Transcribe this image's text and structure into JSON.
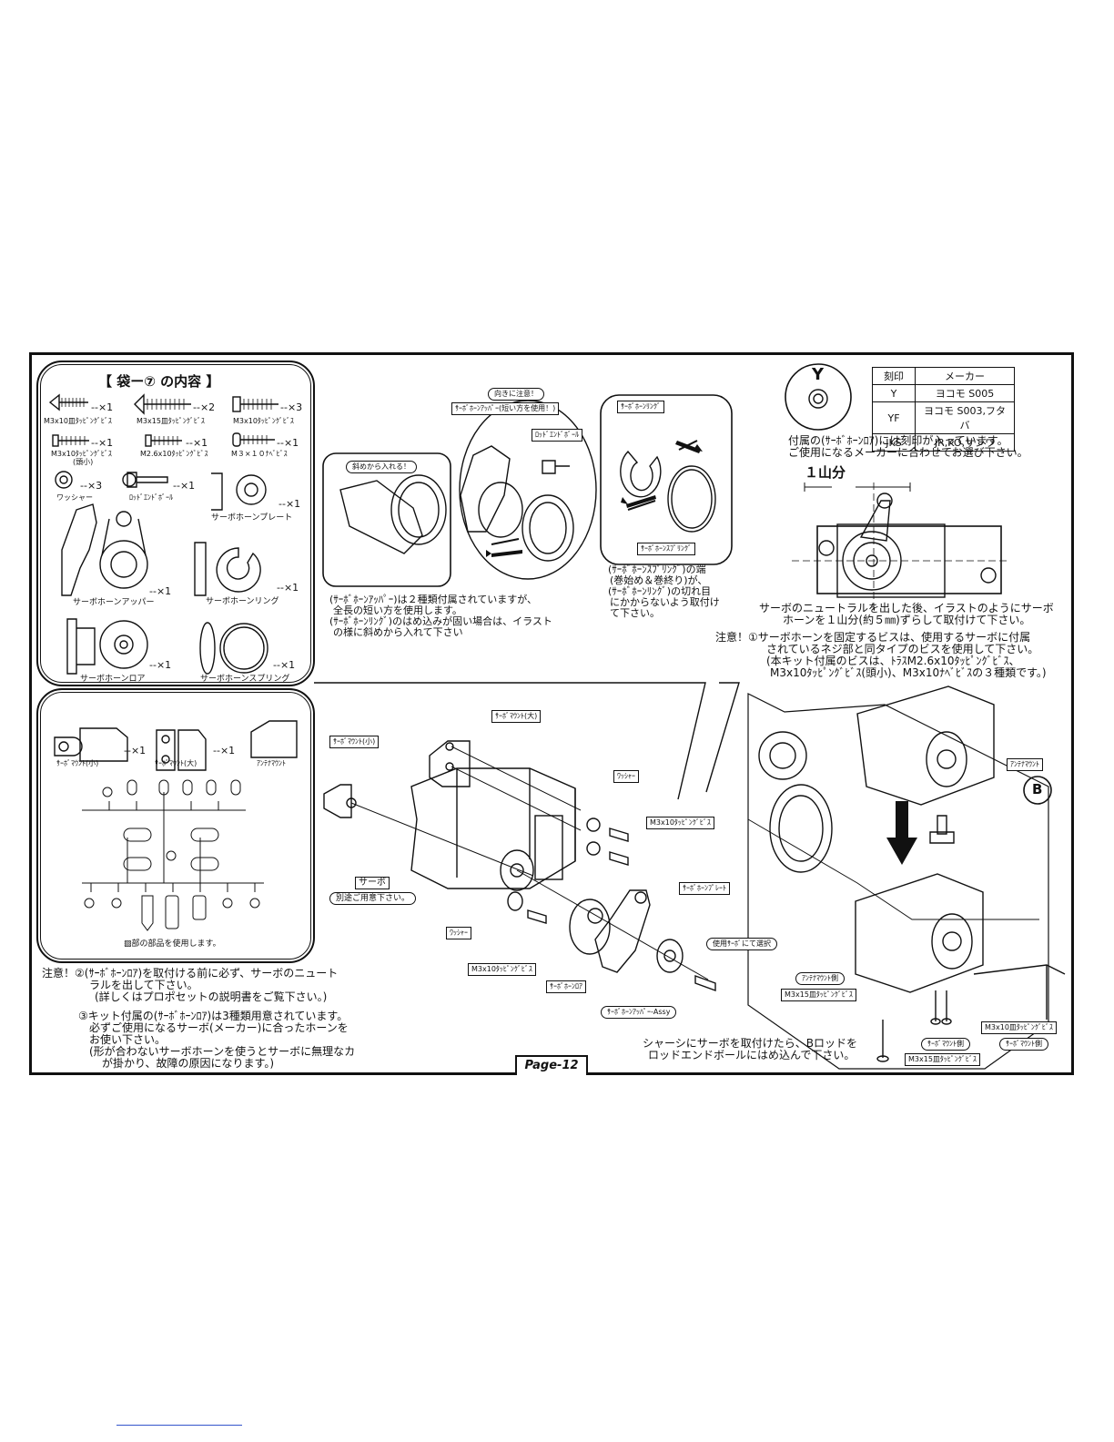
{
  "bag": {
    "title": "【 袋ー⑦ の内容 】",
    "parts": [
      {
        "name": "M3x10皿ﾀｯﾋﾟﾝｸﾞﾋﾞｽ",
        "qty": "--×1"
      },
      {
        "name": "M3x15皿ﾀｯﾋﾟﾝｸﾞﾋﾞｽ",
        "qty": "--×2"
      },
      {
        "name": "M3x10ﾀｯﾋﾟﾝｸﾞﾋﾞｽ",
        "qty": "--×3"
      },
      {
        "name": "M3x10ﾀｯﾋﾟﾝｸﾞﾋﾞｽ",
        "sub": "(頭小)",
        "qty": "--×1"
      },
      {
        "name": "M2.6x10ﾀｯﾋﾟﾝｸﾞﾋﾞｽ",
        "qty": "--×1"
      },
      {
        "name": "M３×１０ﾅﾍﾞﾋﾞｽ",
        "qty": "--×1"
      },
      {
        "name": "ワッシャー",
        "qty": "--×3"
      },
      {
        "name": "ﾛｯﾄﾞｴﾝﾄﾞﾎﾞｰﾙ",
        "qty": "--×1"
      },
      {
        "name": "サーボホーンプレート",
        "qty": "--×1"
      },
      {
        "name": "サーボホーンアッパー",
        "qty": "--×1"
      },
      {
        "name": "サーボホーンリング",
        "qty": "--×1"
      },
      {
        "name": "サーボホーンロア",
        "qty": "--×1"
      },
      {
        "name": "サーボホーンスプリング",
        "qty": "--×1"
      }
    ]
  },
  "runner": {
    "parts": [
      {
        "name": "ｻｰﾎﾞﾏｳﾝﾄ(小)",
        "qty": "--×1"
      },
      {
        "name": "ｻｰﾎﾞﾏｳﾝﾄ(大)",
        "qty": "--×1"
      },
      {
        "name": "ｱﾝﾃﾅﾏｳﾝﾄ"
      }
    ],
    "note": "▨部の部品を使用します。"
  },
  "caution2": {
    "lines": [
      "注意！②(ｻｰﾎﾞﾎｰﾝﾛｱ)を取付ける前に必ず、サーボのニュート",
      "ラルを出して下さい。",
      "(詳しくはプロポセットの説明書をご覧下さい。)"
    ]
  },
  "caution3": {
    "lines": [
      "③キット付属の(ｻｰﾎﾞﾎｰﾝﾛｱ)は3種類用意されています。",
      "必ずご使用になるサーボ(メーカー)に合ったホーンを",
      "お使い下さい。",
      "(形が合わないサーボホーンを使うとサーボに無理なカ",
      "が掛かり、故障の原因になります。)"
    ]
  },
  "inset": {
    "diagonal_label": "斜めから入れる！",
    "direction_label": "向きに注意！",
    "upper_label": "ｻｰﾎﾞﾎｰﾝｱｯﾊﾟｰ(短い方を使用！)",
    "ball_label": "ﾛｯﾄﾞｴﾝﾄﾞﾎﾞｰﾙ",
    "ring_label": "ｻｰﾎﾞﾎｰﾝﾘﾝｸﾞ",
    "spring_label": "ｻｰﾎﾞﾎｰﾝｽﾌﾟﾘﾝｸﾞ",
    "note_left": [
      "(ｻｰﾎﾞﾎｰﾝｱｯﾊﾟｰ)は２種類付属されていますが、",
      "全長の短い方を使用します。",
      "(ｻｰﾎﾞﾎｰﾝﾘﾝｸﾞ)のはめ込みが固い場合は、イラスト",
      "の様に斜めから入れて下さい"
    ],
    "note_right": [
      "(ｻｰﾎﾞﾎｰﾝｽﾌﾟﾘﾝｸﾞ)の端",
      "(巻始め＆巻終り)が、",
      "(ｻｰﾎﾞﾎｰﾝﾘﾝｸﾞ)の切れ目",
      "にかからないよう取付け",
      "て下さい。"
    ]
  },
  "marking": {
    "symbol": "Y",
    "headers": [
      "刻印",
      "メーカー"
    ],
    "rows": [
      [
        "Y",
        "ヨコモ S005"
      ],
      [
        "YF",
        "ヨコモ S003,フタバ"
      ],
      [
        "JKS",
        "JR,KO,サンワ"
      ]
    ],
    "note": [
      "付属の(ｻｰﾎﾞﾎｰﾝﾛｱ)には刻印が入っています。",
      "ご使用になるメーカーに合わせてお選び下さい。"
    ],
    "one_notch": "１山分",
    "neutral_note": [
      "サーボのニュートラルを出した後、イラストのようにサーボ",
      "ホーンを１山分(約５㎜)ずらして取付けて下さい。"
    ],
    "caution1": [
      "注意！①サーボホーンを固定するビスは、使用するサーボに付属",
      "されているネジ部と同タイプのビスを使用して下さい。",
      "(本キット付属のビスは、ﾄﾗｽM2.6x10ﾀｯﾋﾟﾝｸﾞﾋﾞｽ、",
      "M3x10ﾀｯﾋﾟﾝｸﾞﾋﾞｽ(頭小)、M3x10ﾅﾍﾞﾋﾞｽの３種類です。)"
    ]
  },
  "assembly": {
    "mount_large": "ｻｰﾎﾞﾏｳﾝﾄ(大)",
    "mount_small": "ｻｰﾎﾞﾏｳﾝﾄ(小)",
    "washer1": "ﾜｯｼｬｰ",
    "screw1": "M3x10ﾀｯﾋﾟﾝｸﾞﾋﾞｽ",
    "servo": "サーボ",
    "servo_note": "別途ご用意下さい。",
    "plate": "ｻｰﾎﾞﾎｰﾝﾌﾟﾚｰﾄ",
    "select": "使用ｻｰﾎﾞにて選択",
    "washer2": "ﾜｯｼｬｰ",
    "screw2": "M3x10ﾀｯﾋﾟﾝｸﾞﾋﾞｽ",
    "lower": "ｻｰﾎﾞﾎｰﾝﾛｱ",
    "upper_assy": "ｻｰﾎﾞﾎｰﾝｱｯﾊﾟｰ-Assy"
  },
  "chassis": {
    "antenna_mount": "ｱﾝﾃﾅﾏｳﾝﾄ",
    "b_marker": "B",
    "antenna_side": "ｱﾝﾃﾅﾏｳﾝﾄ側",
    "screw_m3x15": "M3x15皿ﾀｯﾋﾟﾝｸﾞﾋﾞｽ",
    "screw_m3x10": "M3x10皿ﾀｯﾋﾟﾝｸﾞﾋﾞｽ",
    "mount_side1": "ｻｰﾎﾞﾏｳﾝﾄ側",
    "mount_side2": "ｻｰﾎﾞﾏｳﾝﾄ側",
    "screw_m3x15b": "M3x15皿ﾀｯﾋﾟﾝｸﾞﾋﾞｽ",
    "note": [
      "シャーシにサーボを取付けたら、Bロッドを",
      "ロッドエンドボールにはめ込んで下さい。"
    ]
  },
  "page": "Page-12"
}
